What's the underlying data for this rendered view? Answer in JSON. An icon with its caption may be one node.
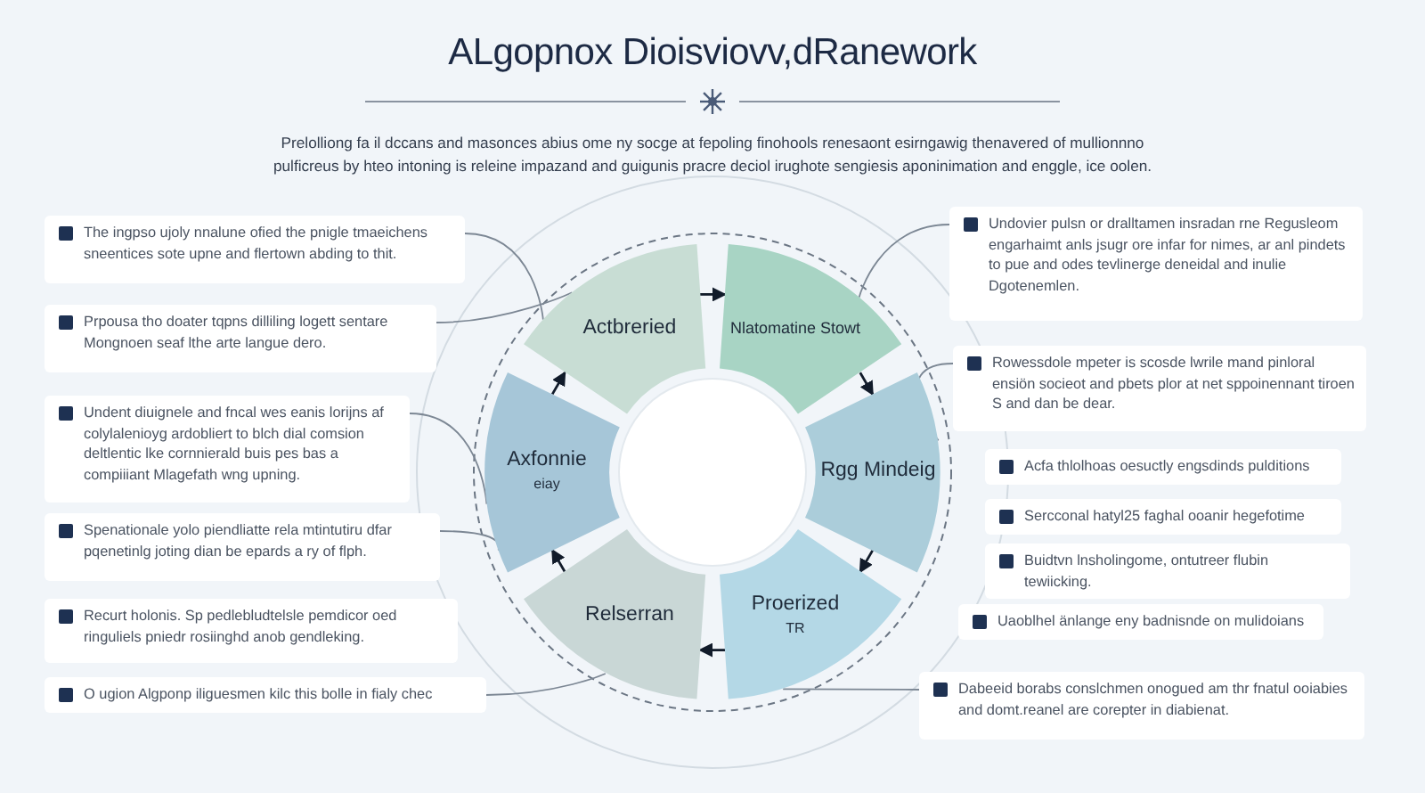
{
  "diagram": {
    "title": "ALgopnox Dioisviovv,dRanework",
    "caption": "Prelolliong fa il dccans and masonces abius ome ny socge at fepoling finohools renesaont esirngawig thenavered of mullionnno pulficreus by hteo intoning is releine impazand and guigunis pracre deciol irughote sengiesis aponinimation and enggle, ice oolen.",
    "nodes": [
      {
        "text": [
          "The ingpso ujoly nnalune ofied the pnigle tmaeichens sneentices sote upne and flertown abding to thit."
        ]
      },
      {
        "text": [
          "Prpousa tho doater tqpns dilliling logett sentare Mongnoen seaf lthe arte langue dero."
        ]
      },
      {
        "text": [
          "Undent diuignele and fncal wes eanis lorijns af colylalenioyg ardobliert to blch dial comsion deltlentic lke cornnierald buis pes bas a compiiiant Mlagefath wng upning."
        ]
      },
      {
        "text": [
          "Spenationale yolo piendliatte rela mtintutiru dfar pqenetinlg joting dian be epards a ry of flph."
        ]
      },
      {
        "text": [
          "Recurt holonis. Sp pedlebludtelsle pemdicor oed ringuliels pniedr rosiinghd anob gendleking."
        ]
      },
      {
        "text": [
          "O ugion Algponp iliguesmen kilc this bolle in fialy chec"
        ]
      },
      {
        "text": [
          "Actbreried"
        ]
      },
      {
        "text": [
          "Nlatomatine Stowt"
        ]
      },
      {
        "text": [
          "Rgg Mindeig"
        ]
      },
      {
        "text": [
          "Proerized",
          "TR"
        ]
      },
      {
        "text": [
          "Relserran"
        ]
      },
      {
        "text": [
          "Axfonnie",
          "eiay"
        ]
      },
      {
        "text": [],
        "shape": "circle"
      },
      {
        "text": [
          "Undovier pulsn or dralltamen insradan rne Regusleom engarhaimt anls jsugr ore infar for nimes, ar anl pindets to pue and odes tevlinerge deneidal and inulie Dgotenemlen."
        ]
      },
      {
        "text": [
          "Rowessdole mpeter is scosde lwrile mand pinloral ensiön socieot and pbets plor at net sppoinennant tiroen S and dan be dear."
        ]
      },
      {
        "text": [
          "Acfa thlolhoas oesuctly engsdinds pulditions"
        ]
      },
      {
        "text": [
          "Sercconal hatyl25 faghal ooanir hegefotime"
        ]
      },
      {
        "text": [
          "Buidtvn lnsholingome, ontutreer flubin tewiicking."
        ]
      },
      {
        "text": [
          "Uaoblhel änlange eny badnisnde on mulidoians"
        ]
      },
      {
        "text": [
          "Dabeeid borabs conslchmen onogued am thr fnatul ooiabies and domt.reanel are corepter in diabienat."
        ]
      }
    ],
    "edges": [
      {
        "from": 6,
        "to": 7,
        "arrow": "to",
        "color": "#111b2a"
      },
      {
        "from": 7,
        "to": 8,
        "arrow": "to",
        "color": "#111b2a"
      },
      {
        "from": 8,
        "to": 9,
        "arrow": "to",
        "color": "#111b2a"
      },
      {
        "from": 9,
        "to": 10,
        "arrow": "to",
        "color": "#111b2a"
      },
      {
        "from": 10,
        "to": 11,
        "arrow": "to",
        "color": "#111b2a"
      },
      {
        "from": 11,
        "to": 6,
        "arrow": "to",
        "color": "#111b2a"
      },
      {
        "from": 0,
        "to": 6,
        "arrow": "none"
      },
      {
        "from": 1,
        "to": 6,
        "arrow": "none"
      },
      {
        "from": 2,
        "to": 11,
        "arrow": "none"
      },
      {
        "from": 3,
        "to": 11,
        "arrow": "none"
      },
      {
        "from": 5,
        "to": 10,
        "arrow": "none"
      },
      {
        "from": 13,
        "to": 7,
        "arrow": "none"
      },
      {
        "from": 14,
        "to": 8,
        "arrow": "none"
      },
      {
        "from": 19,
        "to": 9,
        "arrow": "none"
      }
    ]
  }
}
